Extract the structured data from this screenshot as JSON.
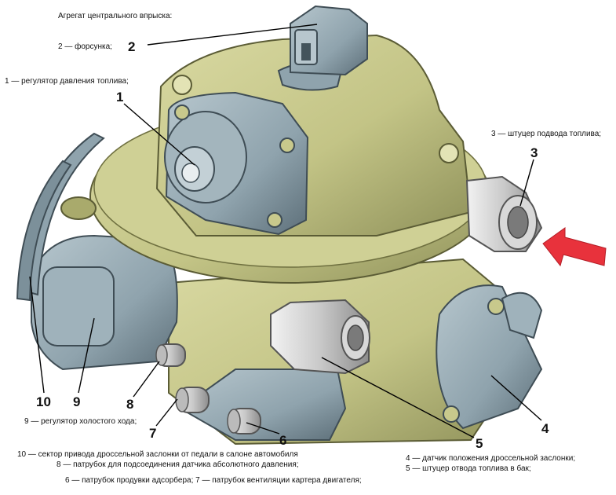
{
  "title": "Агрегат центрального впрыска:",
  "callouts": [
    {
      "num": "1",
      "caption": "1 — регулятор давления топлива;"
    },
    {
      "num": "2",
      "caption": "2 — форсунка;"
    },
    {
      "num": "3",
      "caption": "3 — штуцер подвода топлива;"
    },
    {
      "num": "4",
      "caption": "4 — датчик положения дроссельной заслонки;"
    },
    {
      "num": "5",
      "caption": "5 — штуцер отвода топлива в бак;"
    },
    {
      "num": "6",
      "caption": "6 — патрубок продувки адсорбера; 7 — патрубок вентиляции картера двигателя;"
    },
    {
      "num": "7",
      "caption": ""
    },
    {
      "num": "8",
      "caption": "8 — патрубок для подсоединения датчика абсолютного давления;"
    },
    {
      "num": "9",
      "caption": "9 — регулятор холостого хода;"
    },
    {
      "num": "10",
      "caption": "10 — сектор привода дроссельной заслонки от педали в салоне автомобиля"
    }
  ],
  "colors": {
    "body": "#c8c98c",
    "body_dark": "#8f915a",
    "part": "#8fa3ad",
    "part_dark": "#5d6f79",
    "arrow": "#e8323c"
  },
  "icons": {
    "fuel_direction": "arrow-left-icon"
  }
}
